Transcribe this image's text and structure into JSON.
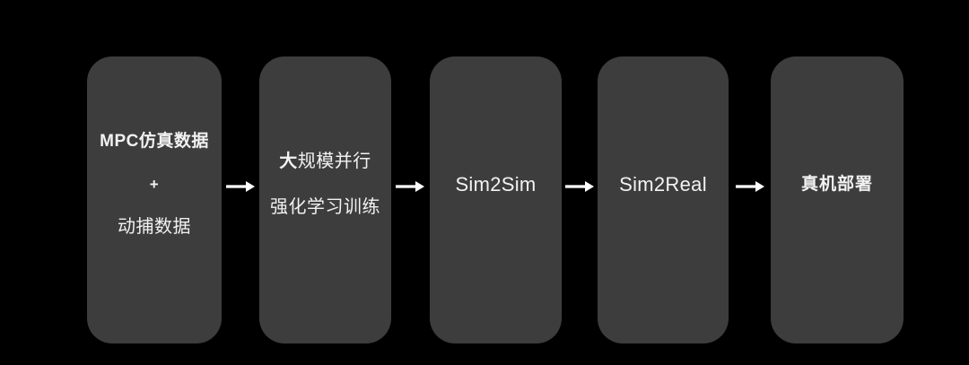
{
  "canvas": {
    "background": "#000000",
    "node_color": "#3d3d3d",
    "text_color": "#f2f2f2",
    "arrow_color": "#ffffff"
  },
  "flow": {
    "nodes": [
      {
        "id": "training-data",
        "line1": "MPC仿真数据",
        "line2": "+",
        "line3": "动捕数据"
      },
      {
        "id": "rl-training",
        "line1_bold": "大",
        "line1_rest": "规模并行",
        "line2": "强化学习训练"
      },
      {
        "id": "sim2sim",
        "label": "Sim2Sim"
      },
      {
        "id": "sim2real",
        "label": "Sim2Real"
      },
      {
        "id": "deployment",
        "label": "真机部署"
      }
    ]
  }
}
